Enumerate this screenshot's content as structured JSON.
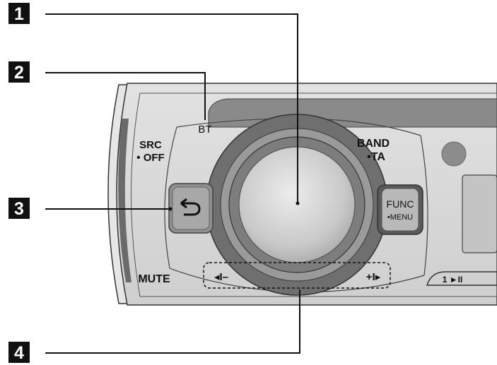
{
  "callouts": [
    {
      "number": "1"
    },
    {
      "number": "2"
    },
    {
      "number": "3"
    },
    {
      "number": "4"
    }
  ],
  "buttons": {
    "src_off": {
      "line1": "SRC",
      "line2": "• OFF"
    },
    "bt": {
      "label": "BT"
    },
    "band_ta": {
      "line1": "BAND",
      "line2": "•TA"
    },
    "back": {
      "icon": "return-arrow-icon"
    },
    "func_menu": {
      "line1": "FUNC",
      "line2": "•MENU"
    },
    "mute": {
      "label": "MUTE"
    },
    "skip_back": {
      "label": "◂I–"
    },
    "skip_forward": {
      "label": "+I▸"
    },
    "preset_1": {
      "label": "1 ►II"
    }
  },
  "colors": {
    "callout_box": "#111111",
    "panel": "#d6d6d6",
    "panel_dark": "#b5b5b5",
    "ring": "#6e6e6e",
    "knob": "#cfcfcf",
    "line": "#111111"
  }
}
